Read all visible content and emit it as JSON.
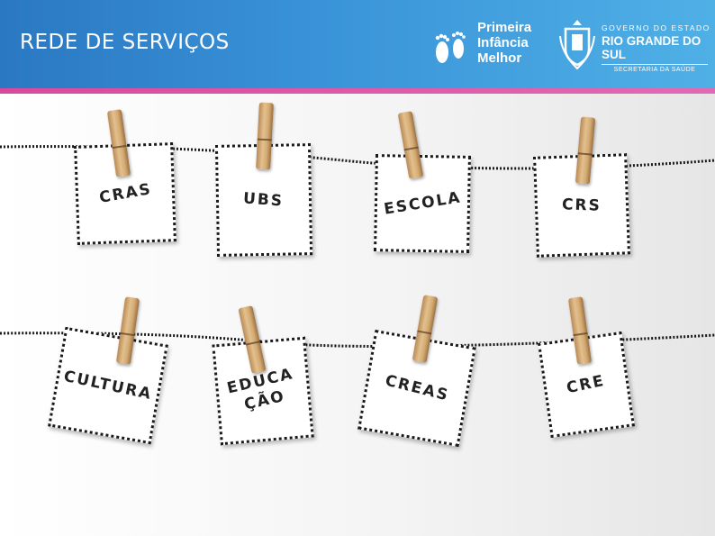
{
  "header": {
    "title": "REDE DE SERVIÇOS",
    "logo_pim": {
      "line1": "Primeira",
      "line2": "Infância",
      "line3": "Melhor"
    },
    "logo_rs": {
      "line1": "GOVERNO DO ESTADO",
      "line2": "RIO GRANDE DO SUL",
      "line3": "SECRETARIA DA SAÚDE"
    }
  },
  "colors": {
    "header": "#2a78c2",
    "accent_strip": "#d84aa0"
  },
  "notes_top": [
    {
      "label": "CRAS"
    },
    {
      "label": "UBS"
    },
    {
      "label": "ESCOLA"
    },
    {
      "label": "CRS"
    }
  ],
  "notes_bottom": [
    {
      "label": "CULTURA"
    },
    {
      "label": "EDUCA\nÇÃO"
    },
    {
      "label": "CREAS"
    },
    {
      "label": "CRE"
    }
  ],
  "icons": [
    "footprints-icon",
    "coat-of-arms-icon",
    "clothespin-icon"
  ]
}
